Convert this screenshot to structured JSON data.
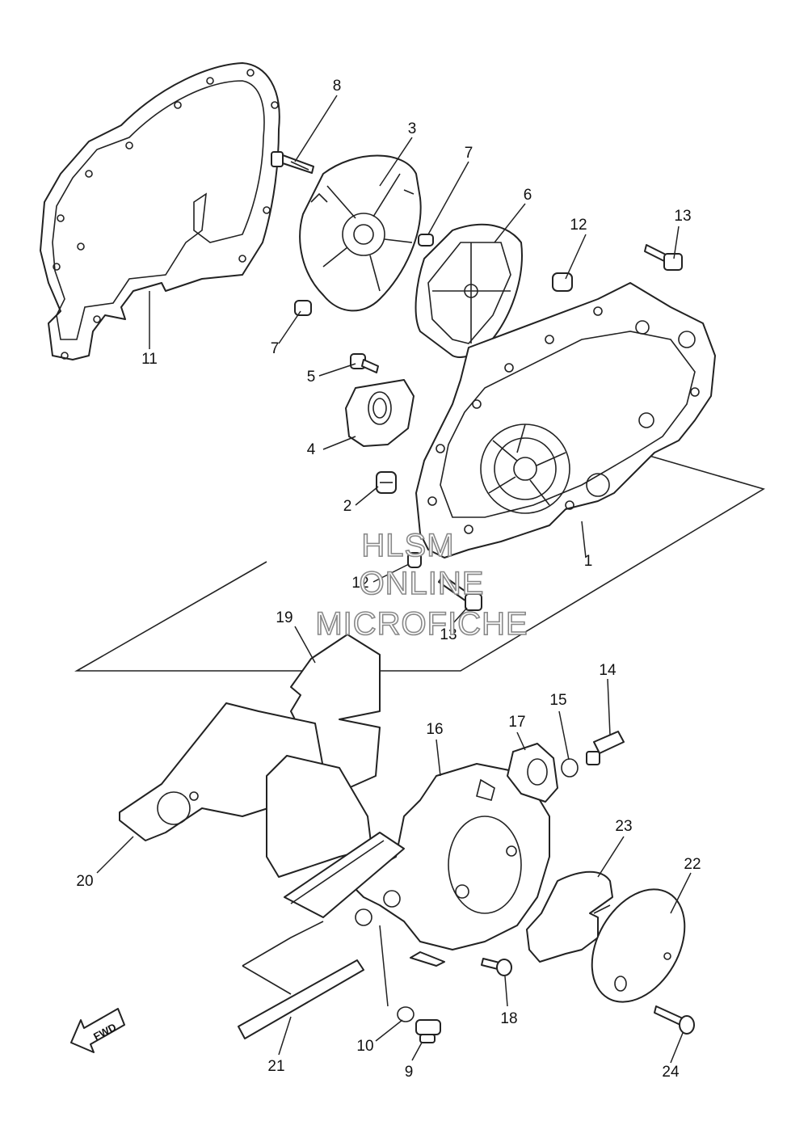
{
  "callouts": {
    "c1": "1",
    "c2": "2",
    "c3": "3",
    "c4": "4",
    "c5": "5",
    "c6": "6",
    "c7a": "7",
    "c7b": "7",
    "c8": "8",
    "c9": "9",
    "c10": "10",
    "c11": "11",
    "c12a": "12",
    "c12b": "12",
    "c13a": "13",
    "c13b": "13",
    "c14": "14",
    "c15": "15",
    "c16": "16",
    "c17": "17",
    "c18": "18",
    "c19": "19",
    "c20": "20",
    "c21": "21",
    "c22": "22",
    "c23": "23",
    "c24": "24"
  },
  "watermark": {
    "line1": "HLSM",
    "line2": "ONLINE",
    "line3": "MICROFICHE"
  },
  "fwd_label": "FWD",
  "colors": {
    "line": "#222222",
    "watermark_outline": "#888888",
    "background": "#ffffff"
  }
}
